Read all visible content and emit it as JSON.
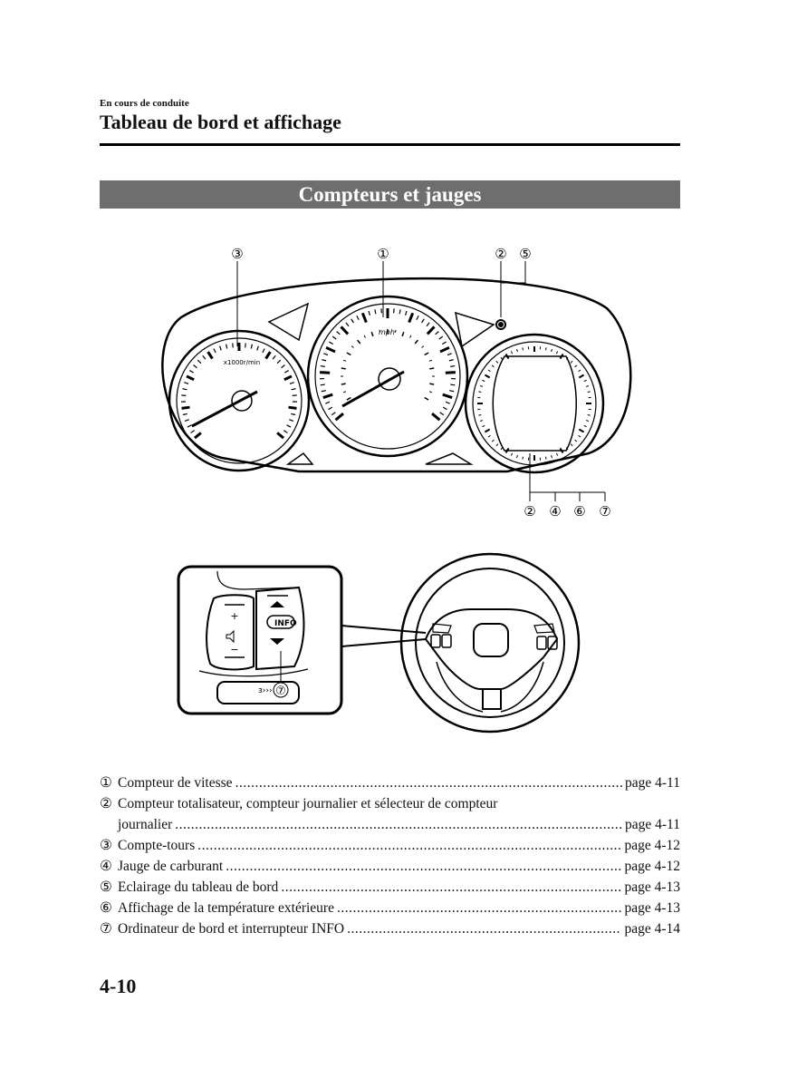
{
  "header": {
    "breadcrumb": "En cours de conduite",
    "title": "Tableau de bord et affichage"
  },
  "section": {
    "title": "Compteurs et jauges"
  },
  "figure": {
    "callouts_top": [
      "③",
      "①",
      "②",
      "⑤"
    ],
    "callouts_bottom": [
      "②",
      "④",
      "⑥",
      "⑦"
    ],
    "tachometer_unit": "x1000r/min",
    "speedometer_unit": "mph",
    "switch_callout": "⑦",
    "info_button_label": "INFO",
    "volume_plus": "+",
    "volume_minus": "−"
  },
  "legend": [
    {
      "num": "①",
      "label": "Compteur de vitesse",
      "page": "page 4-11"
    },
    {
      "num": "②",
      "label": "Compteur totalisateur, compteur journalier et sélecteur de compteur",
      "continuation": "journalier",
      "page": "page 4-11"
    },
    {
      "num": "③",
      "label": "Compte-tours",
      "page": "page 4-12"
    },
    {
      "num": "④",
      "label": "Jauge de carburant",
      "page": "page 4-12"
    },
    {
      "num": "⑤",
      "label": "Eclairage du tableau de bord",
      "page": "page 4-13"
    },
    {
      "num": "⑥",
      "label": "Affichage de la température extérieure",
      "page": "page 4-13"
    },
    {
      "num": "⑦",
      "label": "Ordinateur de bord et interrupteur INFO",
      "page": "page 4-14"
    }
  ],
  "footer": {
    "page_number": "4-10"
  }
}
